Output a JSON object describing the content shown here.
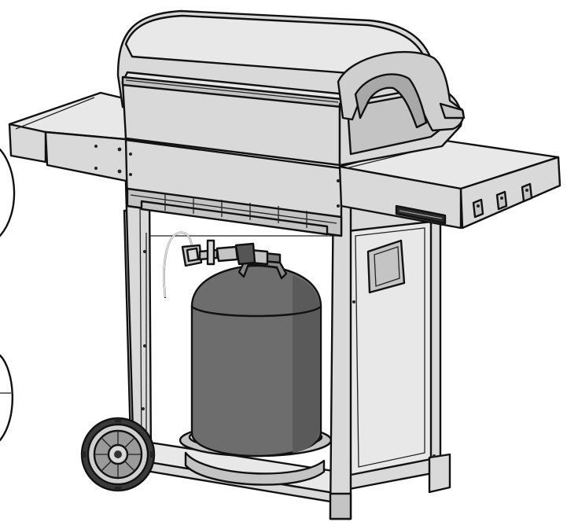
{
  "figure": {
    "subject": "gas-grill-with-propane-tank",
    "colors": {
      "outline": "#111111",
      "metal": "#d9d9d9",
      "metal_light": "#e8e8e8",
      "metal_dark": "#c4c4c4",
      "tank": "#6d6d6d",
      "background": "#ffffff"
    },
    "icons": [
      "grill-lid",
      "control-knob",
      "propane-tank",
      "regulator-hose",
      "wheel"
    ]
  }
}
